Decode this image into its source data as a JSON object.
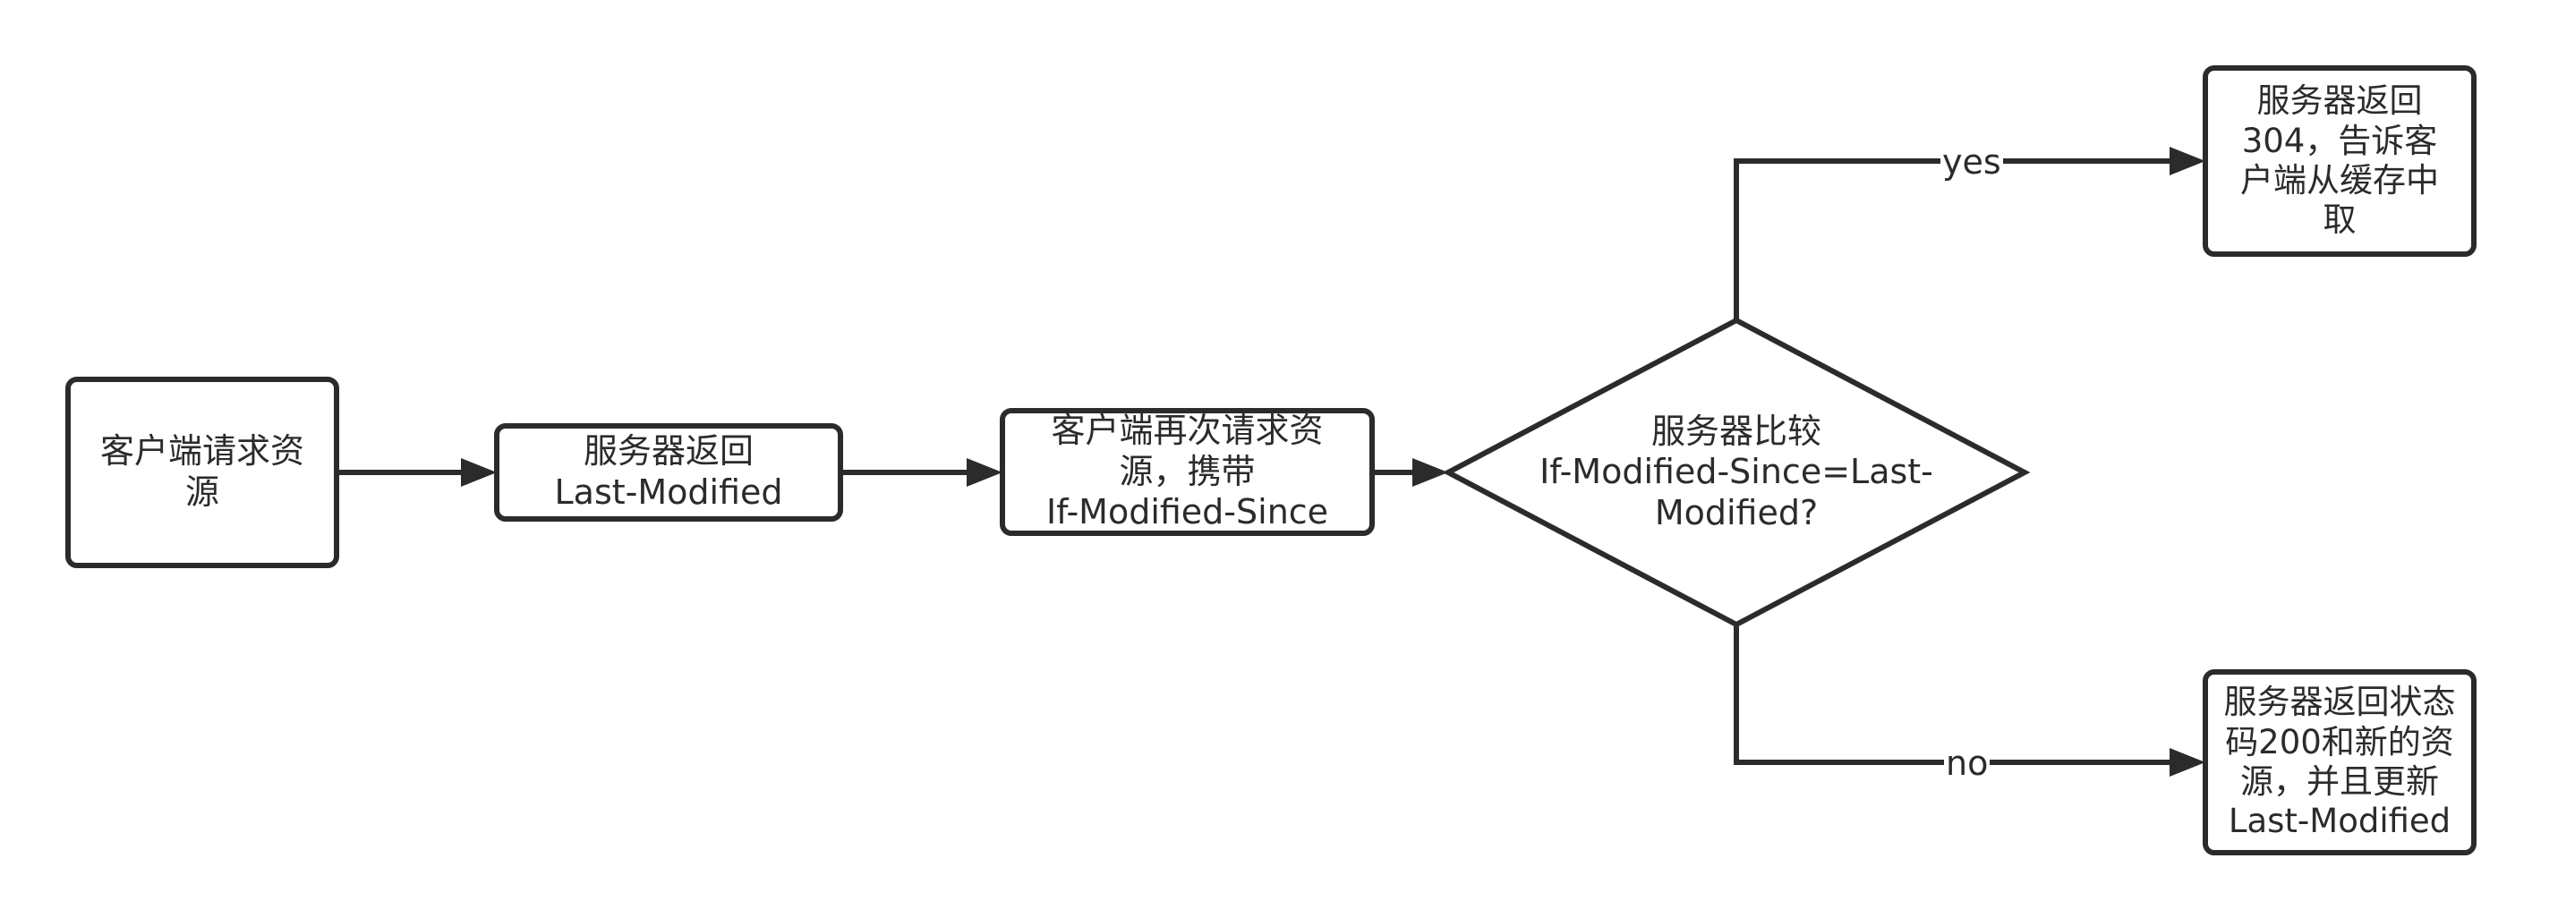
{
  "nodes": {
    "client_request": "客户端请求资\n源",
    "server_return": "服务器返回\nLast-Modified",
    "client_rerequest": "客户端再次请求资\n源，携带\nIf-Modified-Since",
    "server_compare": "服务器比较\nIf-Modified-Since=Last-\nModified?",
    "return_304": "服务器返回\n304，告诉客\n户端从缓存中\n取",
    "return_200": "服务器返回状态\n码200和新的资\n源，并且更新\nLast-Modified"
  },
  "edges": {
    "yes_label": "yes",
    "no_label": "no"
  },
  "colors": {
    "stroke": "#2b2b2b",
    "background": "#ffffff"
  }
}
